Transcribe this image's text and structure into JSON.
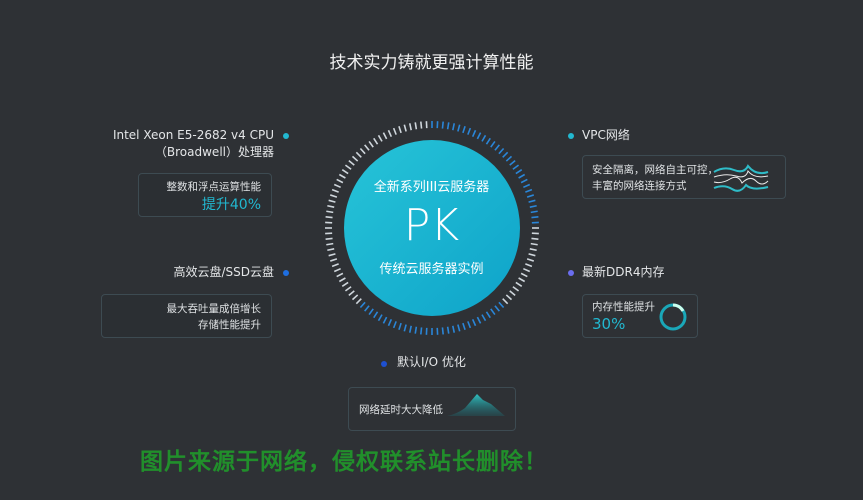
{
  "title": "技术实力铸就更强计算性能",
  "center": {
    "top": "全新系列III云服务器",
    "main": "PK",
    "bottom": "传统云服务器实例"
  },
  "cpu": {
    "label1": "Intel Xeon E5-2682 v4 CPU",
    "label2": "（Broadwell）处理器",
    "box_text": "整数和浮点运算性能",
    "box_value": "提升40%"
  },
  "disk": {
    "label": "高效云盘/SSD云盘",
    "line1": "最大吞吐量成倍增长",
    "line2": "存储性能提升"
  },
  "vpc": {
    "label": "VPC网络",
    "line1": "安全隔离，网络自主可控，",
    "line2": "丰富的网络连接方式"
  },
  "ddr": {
    "label": "最新DDR4内存",
    "box_text": "内存性能提升",
    "box_value": "30%",
    "progress": 0.3
  },
  "io": {
    "label": "默认I/O 优化",
    "box_text": "网络延时大大降低"
  },
  "watermark": "图片来源于网络，侵权联系站长删除！",
  "colors": {
    "accent": "#22b8d0",
    "bg": "#2e3135"
  }
}
